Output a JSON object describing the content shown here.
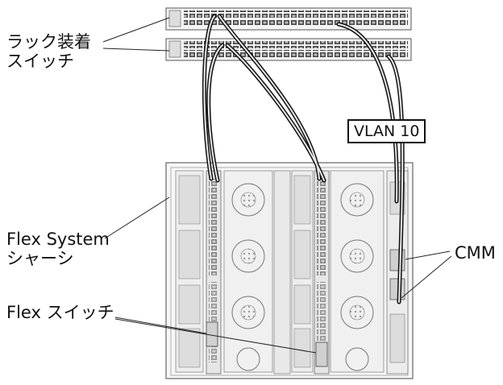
{
  "labels": {
    "rack_switch_line1": "ラック装着",
    "rack_switch_line2": "スイッチ",
    "chassis_line1": "Flex System",
    "chassis_line2": "シャーシ",
    "flex_switch": "Flex スイッチ",
    "cmm": "CMM",
    "vlan": "VLAN 10"
  },
  "colors": {
    "line": "#111111",
    "hardware_fill": "#f2f2f2",
    "hardware_stroke": "#777777",
    "port_fill": "#555555"
  }
}
